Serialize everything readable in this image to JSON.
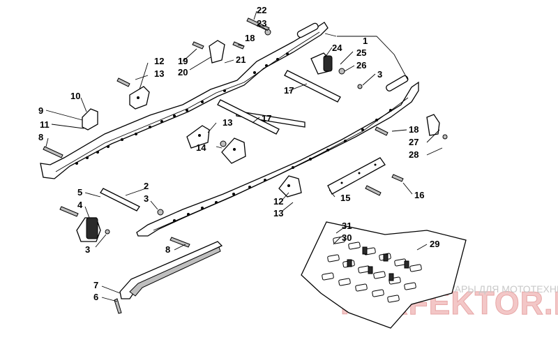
{
  "callouts": {
    "c1": "1",
    "c2": "2",
    "c3a": "3",
    "c3b": "3",
    "c3c": "3",
    "c4": "4",
    "c5": "5",
    "c6": "6",
    "c7": "7",
    "c8a": "8",
    "c8b": "8",
    "c9": "9",
    "c10": "10",
    "c11": "11",
    "c12a": "12",
    "c12b": "12",
    "c13a": "13",
    "c13b": "13",
    "c13c": "13",
    "c14": "14",
    "c15": "15",
    "c16": "16",
    "c17a": "17",
    "c17b": "17",
    "c18a": "18",
    "c18b": "18",
    "c19": "19",
    "c20": "20",
    "c21": "21",
    "c22": "22",
    "c23": "23",
    "c24": "24",
    "c25": "25",
    "c26": "26",
    "c27": "27",
    "c28": "28",
    "c29": "29",
    "c30": "30",
    "c31": "31"
  },
  "watermark": {
    "tagline": "ЗАПЧАСТИ И АКСЕССУАРЫ ДЛЯ МОТОТЕХНИКИ",
    "brand": "PERFEKTOR.RU"
  }
}
